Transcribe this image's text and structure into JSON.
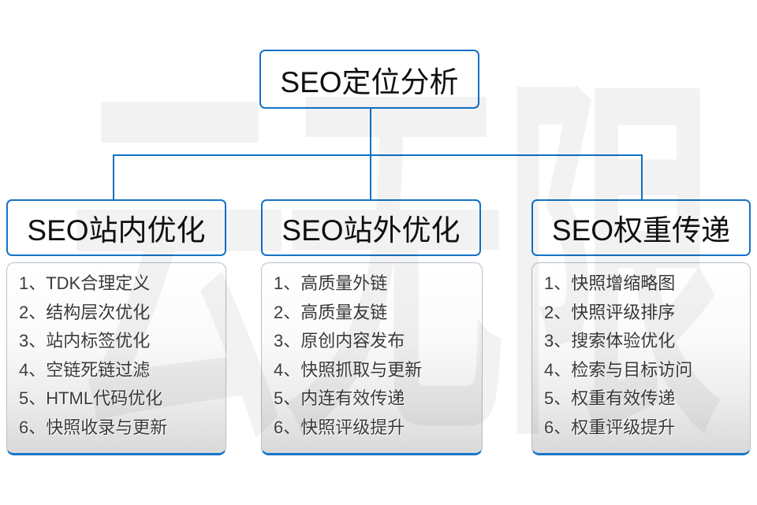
{
  "diagram": {
    "root": {
      "title": "SEO定位分析"
    },
    "watermark": "云无限",
    "branches": [
      {
        "title": "SEO站内优化",
        "items": [
          "1、TDK合理定义",
          "2、结构层次优化",
          "3、站内标签优化",
          "4、空链死链过滤",
          "5、HTML代码优化",
          "6、快照收录与更新"
        ]
      },
      {
        "title": "SEO站外优化",
        "items": [
          "1、高质量外链",
          "2、高质量友链",
          "3、原创内容发布",
          "4、快照抓取与更新",
          "5、内连有效传递",
          "6、快照评级提升"
        ]
      },
      {
        "title": "SEO权重传递",
        "items": [
          "1、快照增缩略图",
          "2、快照评级排序",
          "3、搜索体验优化",
          "4、检索与目标访问",
          "5、权重有效传递",
          "6、权重评级提升"
        ]
      }
    ],
    "colors": {
      "accent_blue": "#0e72c4",
      "node_border_blue": "#1473c8",
      "panel_border_gray": "#b5c1cb",
      "list_text": "#3a3a3a",
      "watermark_gray": "#e9e9e9"
    }
  }
}
